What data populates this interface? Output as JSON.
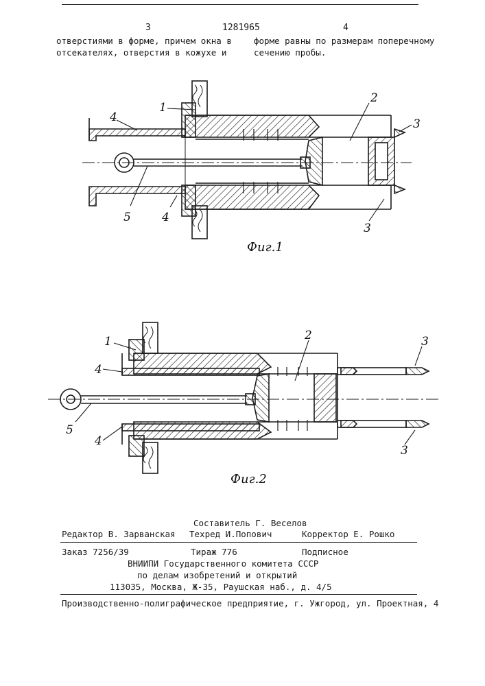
{
  "header": {
    "col_left_number": "3",
    "patent_number": "1281965",
    "col_right_number": "4"
  },
  "body": {
    "left_lines": [
      "отверстиями в форме, причем окна в",
      "отсекателях, отверстия в кожухе  и"
    ],
    "right_lines": [
      "форме равны по размерам поперечному",
      "сечению пробы."
    ]
  },
  "figures": [
    {
      "caption": "Фиг.1",
      "labels": [
        "1",
        "2",
        "3",
        "4",
        "3",
        "5",
        "4"
      ]
    },
    {
      "caption": "Фиг.2",
      "labels": [
        "1",
        "2",
        "3",
        "4",
        "5",
        "4",
        "3"
      ]
    }
  ],
  "colophon": {
    "compiler": "Составитель Г. Веселов",
    "editor": "Редактор В. Зарванская",
    "techred": "Техред И.Попович",
    "corrector": "Корректор Е. Рошко",
    "order": "Заказ 7256/39",
    "circulation": "Тираж 776",
    "subscription": "Подписное",
    "org_line1": "ВНИИПИ Государственного комитета СССР",
    "org_line2": "по делам изобретений и открытий",
    "address": "113035, Москва, Ж-35, Раушская наб., д. 4/5",
    "printer": "Производственно-полиграфическое предприятие, г. Ужгород, ул. Проектная, 4"
  }
}
